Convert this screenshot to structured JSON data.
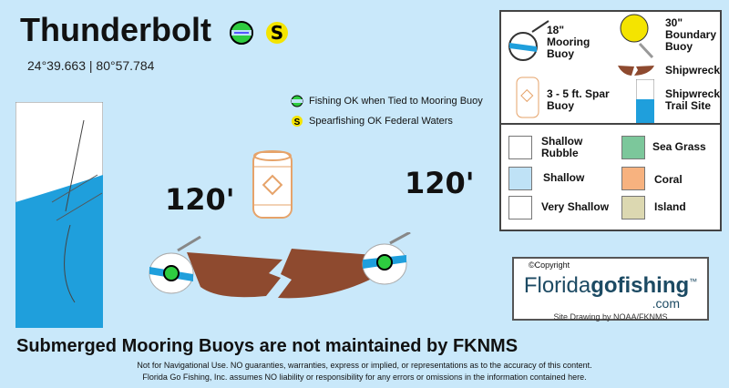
{
  "header": {
    "title": "Thunderbolt",
    "coords": "24°39.663 | 80°57.784"
  },
  "badges": {
    "mooring_symbol": "mooring-ok-icon",
    "spear_symbol": "S"
  },
  "site_legend": [
    {
      "icon": "mooring-ok-icon",
      "label": "Fishing OK when Tied to Mooring Buoy"
    },
    {
      "icon": "S",
      "label": "Spearfishing OK Federal Waters"
    }
  ],
  "depths": [
    "120'",
    "120'"
  ],
  "legend": {
    "mooring": "18\" Mooring Buoy",
    "boundary": "30\" Boundary Buoy",
    "shipwreck": "Shipwreck",
    "spar": "3 - 5 ft. Spar Buoy",
    "trail": "Shipwreck Trail Site",
    "rubble": "Shallow Rubble",
    "seagrass": "Sea Grass",
    "shallow": "Shallow",
    "coral": "Coral",
    "very_shallow": "Very Shallow",
    "island": "Island"
  },
  "colors": {
    "shallow": "#bfe2f6",
    "seagrass": "#7cc79b",
    "coral": "#f7b27f",
    "island": "#dcd8b1",
    "wreck": "#8e4a2f",
    "water": "#1f9fdc"
  },
  "logo": {
    "copyright": "©Copyright",
    "brand_a": "Florida",
    "brand_b": "gofishing",
    "tm": "™",
    "dotcom": ".com",
    "credit": "Site Drawing by NOAA/FKNMS"
  },
  "footer": {
    "warning": "Submerged Mooring Buoys are not maintained by FKNMS",
    "disclaimer1": "Not for Navigational Use. NO guaranties, warranties, express or implied, or representations as to the accuracy of this content.",
    "disclaimer2": "Florida Go Fishing, Inc. assumes NO liability or responsibility for any errors or omissions in the information contained here."
  }
}
